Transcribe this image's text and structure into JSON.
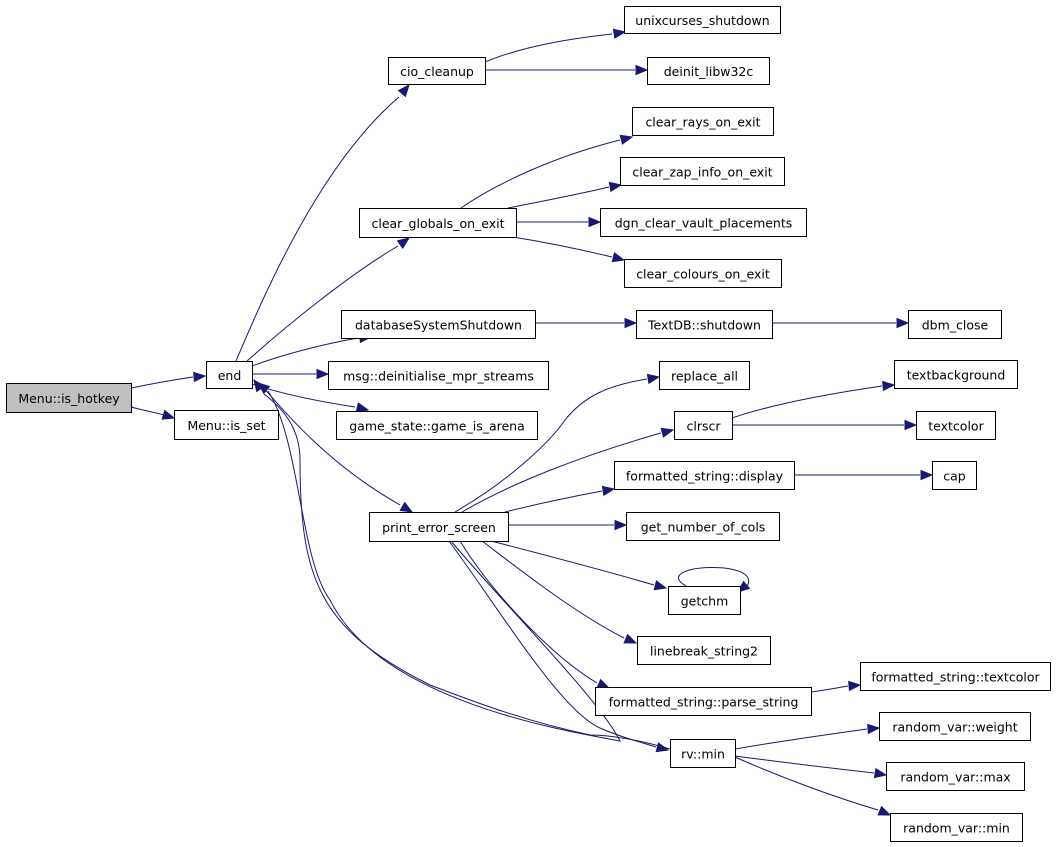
{
  "graph": {
    "nodes": [
      {
        "id": "is_hotkey",
        "label": "Menu::is_hotkey",
        "root": true
      },
      {
        "id": "end",
        "label": "end"
      },
      {
        "id": "is_set",
        "label": "Menu::is_set"
      },
      {
        "id": "cio_cleanup",
        "label": "cio_cleanup"
      },
      {
        "id": "unixcurses_shutdown",
        "label": "unixcurses_shutdown"
      },
      {
        "id": "deinit_libw32c",
        "label": "deinit_libw32c"
      },
      {
        "id": "clear_globals_on_exit",
        "label": "clear_globals_on_exit"
      },
      {
        "id": "clear_rays_on_exit",
        "label": "clear_rays_on_exit"
      },
      {
        "id": "clear_zap_info_on_exit",
        "label": "clear_zap_info_on_exit"
      },
      {
        "id": "dgn_clear_vault_placements",
        "label": "dgn_clear_vault_placements"
      },
      {
        "id": "clear_colours_on_exit",
        "label": "clear_colours_on_exit"
      },
      {
        "id": "databaseSystemShutdown",
        "label": "databaseSystemShutdown"
      },
      {
        "id": "textdb_shutdown",
        "label": "TextDB::shutdown"
      },
      {
        "id": "dbm_close",
        "label": "dbm_close"
      },
      {
        "id": "deinit_mpr",
        "label": "msg::deinitialise_mpr_streams"
      },
      {
        "id": "game_is_arena",
        "label": "game_state::game_is_arena"
      },
      {
        "id": "print_error_screen",
        "label": "print_error_screen"
      },
      {
        "id": "replace_all",
        "label": "replace_all"
      },
      {
        "id": "clrscr",
        "label": "clrscr"
      },
      {
        "id": "textbackground",
        "label": "textbackground"
      },
      {
        "id": "textcolor",
        "label": "textcolor"
      },
      {
        "id": "fs_display",
        "label": "formatted_string::display"
      },
      {
        "id": "cap",
        "label": "cap"
      },
      {
        "id": "get_number_of_cols",
        "label": "get_number_of_cols"
      },
      {
        "id": "getchm",
        "label": "getchm"
      },
      {
        "id": "linebreak_string2",
        "label": "linebreak_string2"
      },
      {
        "id": "fs_parse_string",
        "label": "formatted_string::parse_string"
      },
      {
        "id": "fs_textcolor",
        "label": "formatted_string::textcolor"
      },
      {
        "id": "rv_min",
        "label": "rv::min"
      },
      {
        "id": "rv_weight",
        "label": "random_var::weight"
      },
      {
        "id": "rv_max",
        "label": "random_var::max"
      },
      {
        "id": "rv_min2",
        "label": "random_var::min"
      }
    ],
    "edges": [
      {
        "from": "is_hotkey",
        "to": "end"
      },
      {
        "from": "is_hotkey",
        "to": "is_set"
      },
      {
        "from": "end",
        "to": "cio_cleanup"
      },
      {
        "from": "end",
        "to": "clear_globals_on_exit"
      },
      {
        "from": "end",
        "to": "databaseSystemShutdown"
      },
      {
        "from": "end",
        "to": "deinit_mpr"
      },
      {
        "from": "end",
        "to": "game_is_arena"
      },
      {
        "from": "end",
        "to": "print_error_screen"
      },
      {
        "from": "cio_cleanup",
        "to": "unixcurses_shutdown"
      },
      {
        "from": "cio_cleanup",
        "to": "deinit_libw32c"
      },
      {
        "from": "clear_globals_on_exit",
        "to": "clear_rays_on_exit"
      },
      {
        "from": "clear_globals_on_exit",
        "to": "clear_zap_info_on_exit"
      },
      {
        "from": "clear_globals_on_exit",
        "to": "dgn_clear_vault_placements"
      },
      {
        "from": "clear_globals_on_exit",
        "to": "clear_colours_on_exit"
      },
      {
        "from": "databaseSystemShutdown",
        "to": "textdb_shutdown"
      },
      {
        "from": "textdb_shutdown",
        "to": "dbm_close"
      },
      {
        "from": "print_error_screen",
        "to": "replace_all"
      },
      {
        "from": "print_error_screen",
        "to": "clrscr"
      },
      {
        "from": "print_error_screen",
        "to": "fs_display"
      },
      {
        "from": "print_error_screen",
        "to": "get_number_of_cols"
      },
      {
        "from": "print_error_screen",
        "to": "getchm"
      },
      {
        "from": "print_error_screen",
        "to": "linebreak_string2"
      },
      {
        "from": "print_error_screen",
        "to": "fs_parse_string"
      },
      {
        "from": "print_error_screen",
        "to": "rv_min"
      },
      {
        "from": "print_error_screen",
        "to": "end"
      },
      {
        "from": "clrscr",
        "to": "textbackground"
      },
      {
        "from": "clrscr",
        "to": "textcolor"
      },
      {
        "from": "fs_display",
        "to": "cap"
      },
      {
        "from": "getchm",
        "to": "getchm"
      },
      {
        "from": "fs_parse_string",
        "to": "fs_textcolor"
      },
      {
        "from": "rv_min",
        "to": "rv_weight"
      },
      {
        "from": "rv_min",
        "to": "rv_max"
      },
      {
        "from": "rv_min",
        "to": "rv_min2"
      },
      {
        "from": "rv_min",
        "to": "end"
      }
    ]
  }
}
